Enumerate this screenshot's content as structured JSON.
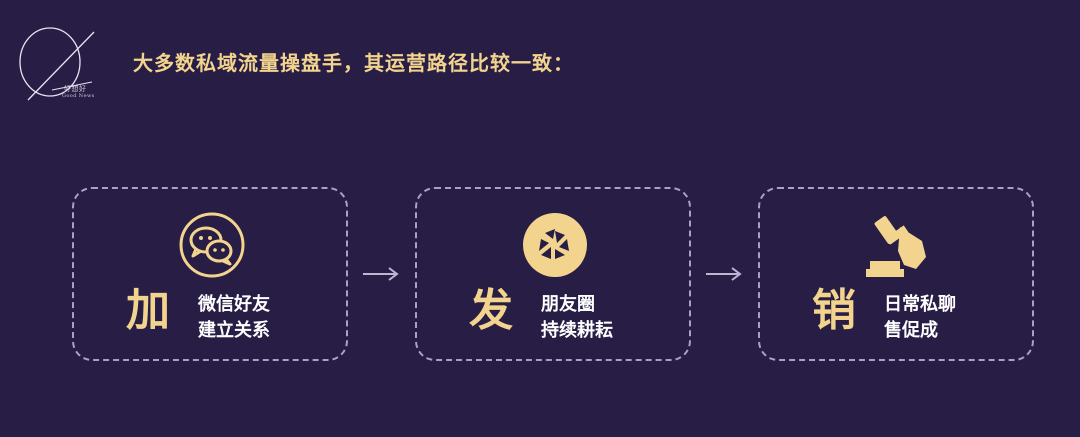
{
  "logo": {
    "text_cn": "好想好",
    "text_en": "Good News"
  },
  "headline": "大多数私域流量操盘手，其运营路径比较一致：",
  "colors": {
    "background": "#271d45",
    "accent": "#f2d48e",
    "border": "#a9a3c2",
    "text": "#ffffff"
  },
  "steps": [
    {
      "char": "加",
      "icon": "wechat-icon",
      "line1": "微信好友",
      "line2": "建立关系"
    },
    {
      "char": "发",
      "icon": "camera-aperture-icon",
      "line1": "朋友圈",
      "line2": "持续耕耘"
    },
    {
      "char": "销",
      "icon": "auction-gavel-icon",
      "line1": "日常私聊",
      "line2": "售促成"
    }
  ]
}
